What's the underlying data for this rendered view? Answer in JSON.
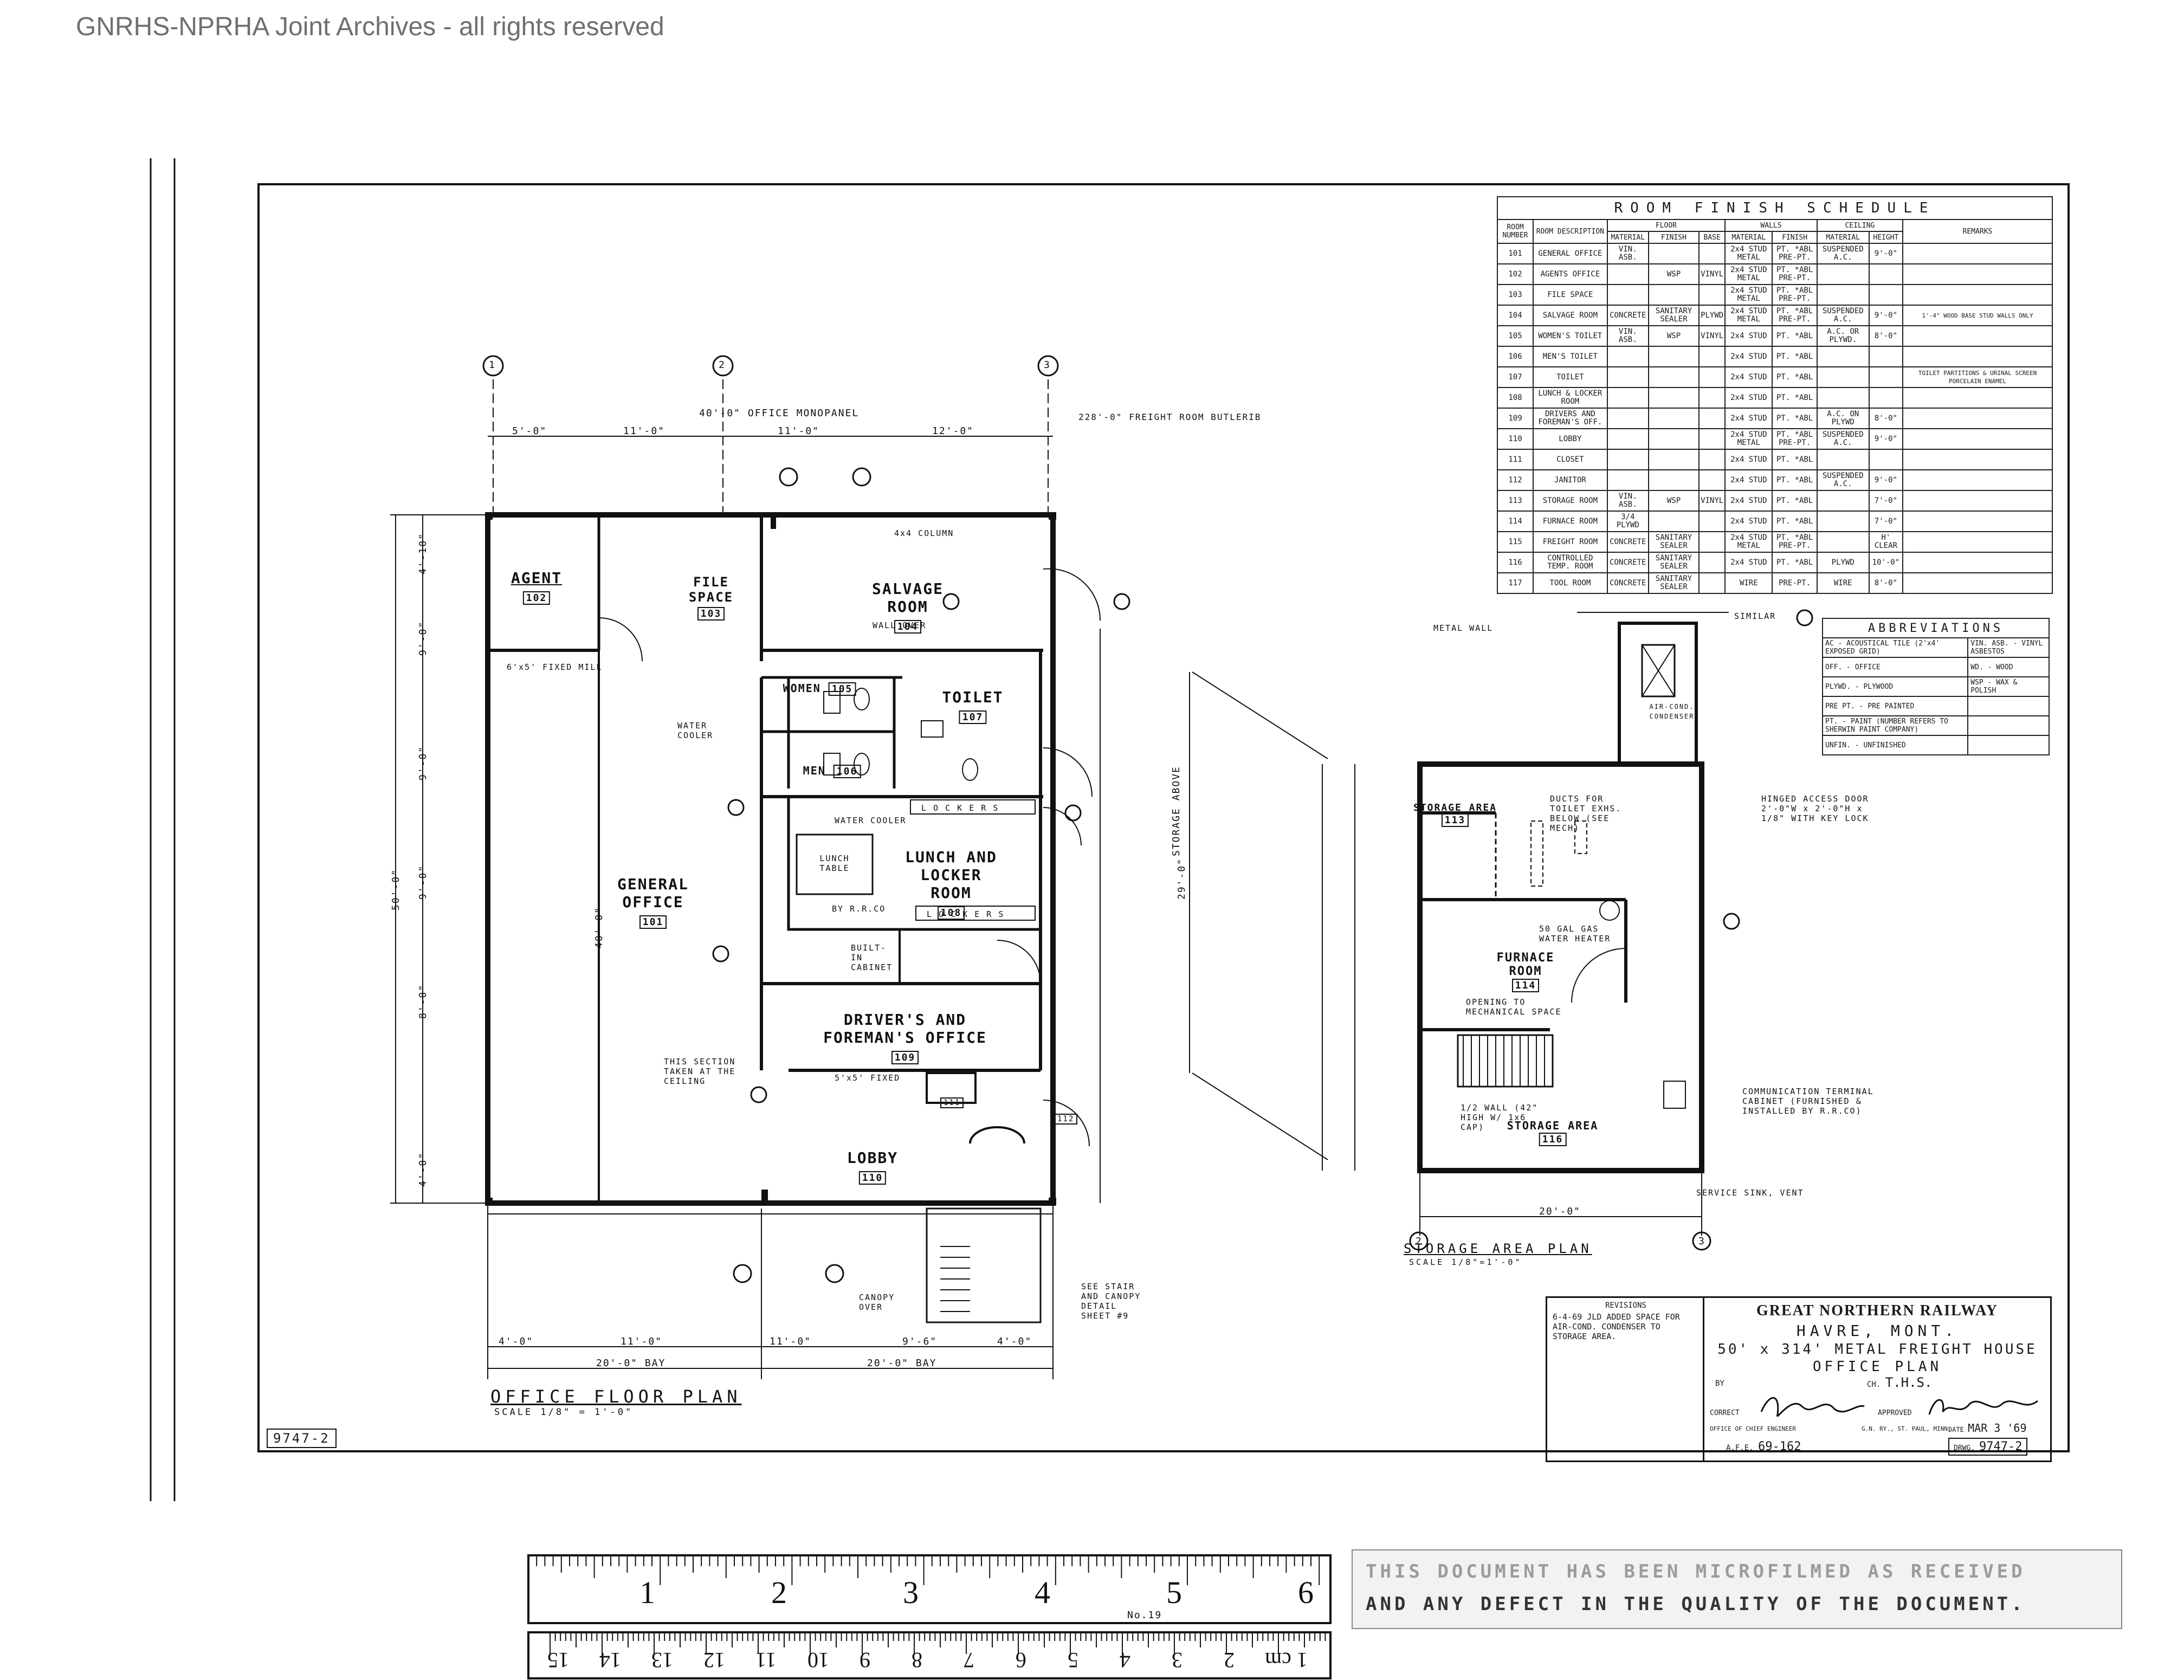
{
  "watermark": "GNRHS-NPRHA Joint Archives - all rights reserved",
  "office_plan": {
    "title": "OFFICE FLOOR PLAN",
    "scale": "SCALE 1/8\" = 1'-0\"",
    "rooms": {
      "agent": "AGENT",
      "agent_no": "102",
      "file": "FILE SPACE",
      "file_no": "103",
      "salvage": "SALVAGE ROOM",
      "salvage_no": "104",
      "women": "WOMEN",
      "women_no": "105",
      "men": "MEN",
      "men_no": "106",
      "toilet": "TOILET",
      "toilet_no": "107",
      "general": "GENERAL OFFICE",
      "general_no": "101",
      "lunch": "LUNCH AND LOCKER ROOM",
      "lunch_no": "108",
      "drivers": "DRIVER'S AND FOREMAN'S OFFICE",
      "drivers_no": "109",
      "lobby": "LOBBY",
      "lobby_no": "110",
      "closet_no": "111",
      "janitor_no": "112"
    },
    "notes": {
      "monopanel": "40'-0\" OFFICE MONOPANEL",
      "freight": "228'-0\" FREIGHT ROOM BUTLERIB",
      "column": "4x4 COLUMN",
      "wall_over": "WALL OVER",
      "water_cooler": "WATER COOLER",
      "water_cooler2": "WATER COOLER",
      "lockers": "L O C K E R S",
      "lunch_table": "LUNCH TABLE",
      "byrr": "BY R.R.CO",
      "built_in": "BUILT-IN CABINET",
      "fixed_mill": "6'x5' FIXED MILL",
      "fixed": "5'x5' FIXED",
      "section": "THIS SECTION TAKEN AT THE CEILING",
      "canopy": "CANOPY OVER",
      "stair": "SEE STAIR AND CANOPY DETAIL SHEET #9",
      "storage_above": "STORAGE ABOVE",
      "bay1": "20'-0\" BAY",
      "bay2": "20'-0\" BAY"
    },
    "grid": [
      "1",
      "2",
      "3"
    ],
    "dims_top": [
      "5'-0\"",
      "11'-0\"",
      "11'-0\"",
      "12'-0\""
    ],
    "dims_bottom": [
      "4'-0\"",
      "11'-0\"",
      "11'-0\"",
      "9'-6\"",
      "4'-0\""
    ],
    "dims_left": [
      "4'-10\"",
      "9'-0\"",
      "9'-0\"",
      "9'-0\"",
      "8'-0\"",
      "4'-0\""
    ],
    "overall_left": "50'-0\"",
    "overall_right": "29'-0\"",
    "interior": "40'-0\""
  },
  "storage_plan": {
    "title": "STORAGE AREA PLAN",
    "scale": "SCALE 1/8\"=1'-0\"",
    "storage_area": "STORAGE AREA",
    "storage_no": "113",
    "storage_area2": "STORAGE AREA",
    "storage2_no": "116",
    "furnace": "FURNACE ROOM",
    "furnace_no": "114",
    "air_cond": "AIR-COND. CONDENSER",
    "metal_wall": "METAL WALL",
    "similar": "SIMILAR",
    "ducts": "DUCTS FOR TOILET EXHS. BELOW (SEE MECH)",
    "hinged": "HINGED ACCESS DOOR 2'-0\"W x 2'-0\"H x 1/8\" WITH KEY LOCK",
    "water_heater": "50 GAL GAS WATER HEATER",
    "opening": "OPENING TO MECHANICAL SPACE",
    "wall_note": "1/2 WALL (42\" HIGH W/ 1x6 CAP)",
    "comm": "COMMUNICATION TERMINAL CABINET (FURNISHED & INSTALLED BY R.R.CO)",
    "sink": "SERVICE SINK, VENT",
    "width": "20'-0\"",
    "grid": [
      "2",
      "3"
    ]
  },
  "schedule": {
    "title": "ROOM FINISH SCHEDULE",
    "groups": [
      "ROOM NUMBER",
      "ROOM DESCRIPTION",
      "FLOOR",
      "WALLS",
      "CEILING",
      "REMARKS"
    ],
    "subheads": [
      "MATERIAL",
      "FINISH",
      "BASE",
      "MATERIAL",
      "FINISH",
      "MATERIAL",
      "HEIGHT"
    ],
    "rows": [
      [
        "101",
        "GENERAL OFFICE",
        "VIN. ASB.",
        "",
        "",
        "2x4 STUD METAL",
        "PT. *ABL PRE-PT.",
        "SUSPENDED A.C.",
        "9'-0\"",
        ""
      ],
      [
        "102",
        "AGENTS OFFICE",
        "",
        "WSP",
        "VINYL",
        "2x4 STUD METAL",
        "PT. *ABL PRE-PT.",
        "",
        "",
        ""
      ],
      [
        "103",
        "FILE SPACE",
        "",
        "",
        "",
        "2x4 STUD METAL",
        "PT. *ABL PRE-PT.",
        "",
        "",
        ""
      ],
      [
        "104",
        "SALVAGE ROOM",
        "CONCRETE",
        "SANITARY SEALER",
        "PLYWD",
        "2x4 STUD METAL",
        "PT. *ABL PRE-PT.",
        "SUSPENDED A.C.",
        "9'-0\"",
        "1'-4\" WOOD BASE STUD WALLS ONLY"
      ],
      [
        "105",
        "WOMEN'S TOILET",
        "VIN. ASB.",
        "WSP",
        "VINYL",
        "2x4 STUD",
        "PT. *ABL",
        "A.C. OR PLYWD.",
        "8'-0\"",
        ""
      ],
      [
        "106",
        "MEN'S TOILET",
        "",
        "",
        "",
        "2x4 STUD",
        "PT. *ABL",
        "",
        "",
        ""
      ],
      [
        "107",
        "TOILET",
        "",
        "",
        "",
        "2x4 STUD",
        "PT. *ABL",
        "",
        "",
        "TOILET PARTITIONS & URINAL SCREEN PORCELAIN ENAMEL"
      ],
      [
        "108",
        "LUNCH & LOCKER ROOM",
        "",
        "",
        "",
        "2x4 STUD",
        "PT. *ABL",
        "",
        "",
        ""
      ],
      [
        "109",
        "DRIVERS AND FOREMAN'S OFF.",
        "",
        "",
        "",
        "2x4 STUD",
        "PT. *ABL",
        "A.C. ON PLYWD",
        "8'-0\"",
        ""
      ],
      [
        "110",
        "LOBBY",
        "",
        "",
        "",
        "2x4 STUD METAL",
        "PT. *ABL PRE-PT.",
        "SUSPENDED A.C.",
        "9'-0\"",
        ""
      ],
      [
        "111",
        "CLOSET",
        "",
        "",
        "",
        "2x4 STUD",
        "PT. *ABL",
        "",
        "",
        ""
      ],
      [
        "112",
        "JANITOR",
        "",
        "",
        "",
        "2x4 STUD",
        "PT. *ABL",
        "SUSPENDED A.C.",
        "9'-0\"",
        ""
      ],
      [
        "113",
        "STORAGE ROOM",
        "VIN. ASB.",
        "WSP",
        "VINYL",
        "2x4 STUD",
        "PT. *ABL",
        "",
        "7'-0\"",
        ""
      ],
      [
        "114",
        "FURNACE ROOM",
        "3/4 PLYWD",
        "",
        "",
        "2x4 STUD",
        "PT. *ABL",
        "",
        "7'-0\"",
        ""
      ],
      [
        "115",
        "FREIGHT ROOM",
        "CONCRETE",
        "SANITARY SEALER",
        "",
        "2x4 STUD METAL",
        "PT. *ABL PRE-PT.",
        "",
        "H' CLEAR",
        ""
      ],
      [
        "116",
        "CONTROLLED TEMP. ROOM",
        "CONCRETE",
        "SANITARY SEALER",
        "",
        "2x4 STUD",
        "PT. *ABL",
        "PLYWD",
        "10'-0\"",
        ""
      ],
      [
        "117",
        "TOOL ROOM",
        "CONCRETE",
        "SANITARY SEALER",
        "",
        "WIRE",
        "PRE-PT.",
        "WIRE",
        "8'-0\"",
        ""
      ]
    ]
  },
  "abbreviations": {
    "title": "ABBREVIATIONS",
    "items": [
      [
        "AC - ACOUSTICAL TILE (2'x4' EXPOSED GRID)",
        "VIN. ASB. - VINYL ASBESTOS"
      ],
      [
        "OFF. - OFFICE",
        "WD. - WOOD"
      ],
      [
        "PLYWD. - PLYWOOD",
        "WSP - WAX & POLISH"
      ],
      [
        "PRE PT. - PRE PAINTED",
        ""
      ],
      [
        "PT. - PAINT (NUMBER REFERS TO SHERWIN PAINT COMPANY)",
        ""
      ],
      [
        "UNFIN. - UNFINISHED",
        ""
      ]
    ]
  },
  "title_block": {
    "revisions_head": "REVISIONS",
    "revision": "6-4-69 JLD ADDED SPACE FOR AIR-COND. CONDENSER TO STORAGE AREA.",
    "company": "GREAT NORTHERN RAILWAY",
    "location": "HAVRE, MONT.",
    "building": "50' x 314' METAL FREIGHT HOUSE",
    "sheet": "OFFICE PLAN",
    "by_label": "BY",
    "by": "",
    "ch_label": "CH.",
    "ch": "T.H.S.",
    "correct": "CORRECT",
    "approved": "APPROVED",
    "office": "OFFICE OF CHIEF ENGINEER",
    "place": "G.N. RY., ST. PAUL, MINN.",
    "date_label": "DATE",
    "date": "MAR 3 '69",
    "afe_label": "A.F.E.",
    "afe": "69-162",
    "dwg_label": "DRWG.",
    "dwg": "9747-2"
  },
  "dwg_corner": "9747-2",
  "ruler": {
    "inches": [
      "1",
      "2",
      "3",
      "4",
      "5",
      "6"
    ],
    "cm": [
      "1 cm",
      "2",
      "3",
      "4",
      "5",
      "6",
      "7",
      "8",
      "9",
      "10",
      "11",
      "12",
      "13",
      "14",
      "15"
    ],
    "maker": "No.19",
    "band_top": "THIS DOCUMENT HAS BEEN MICROFILMED AS RECEIVED",
    "band_bottom": "AND ANY DEFECT IN THE QUALITY OF THE DOCUMENT."
  }
}
